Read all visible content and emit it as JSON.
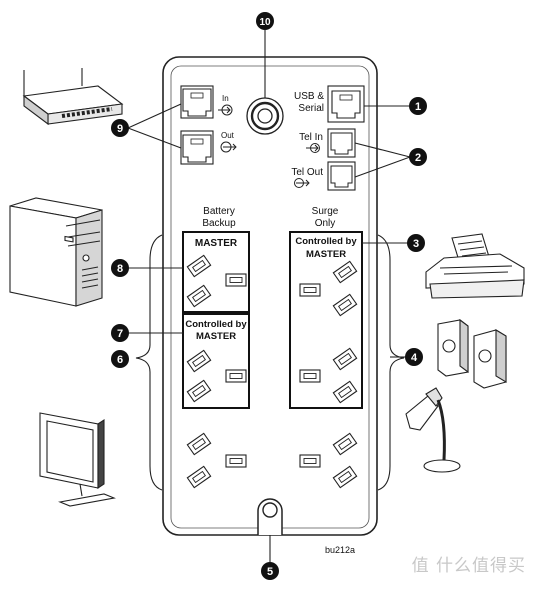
{
  "labels": {
    "in": "In",
    "out": "Out",
    "usb_serial_1": "USB &",
    "usb_serial_2": "Serial",
    "tel_in": "Tel In",
    "tel_out": "Tel Out",
    "battery_backup_1": "Battery",
    "battery_backup_2": "Backup",
    "surge_only_1": "Surge",
    "surge_only_2": "Only",
    "master": "MASTER",
    "controlled_by": "Controlled by",
    "controlled_master": "MASTER",
    "controlled_by_2": "Controlled by",
    "controlled_master_2": "MASTER",
    "figure_id": "bu212a"
  },
  "callouts": {
    "c1": "1",
    "c2": "2",
    "c3": "3",
    "c4": "4",
    "c5": "5",
    "c6": "6",
    "c7": "7",
    "c8": "8",
    "c9": "9",
    "c10": "10"
  },
  "watermark": "值 什么值得买",
  "icons": [
    "router-icon",
    "desktop-tower-icon",
    "monitor-icon",
    "printer-icon",
    "speakers-icon",
    "desk-lamp-icon"
  ]
}
